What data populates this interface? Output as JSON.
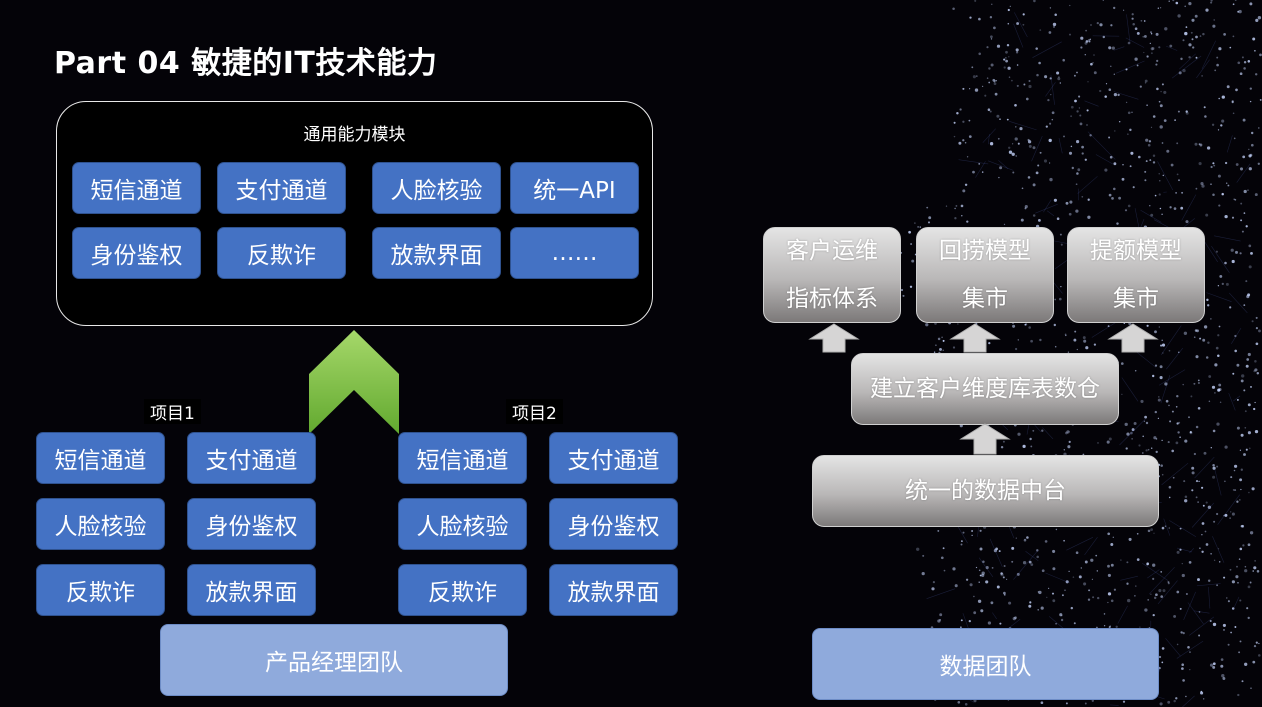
{
  "title": "Part 04 敏捷的IT技术能力",
  "colors": {
    "module_blue": "#4472c4",
    "team_blue": "#8faadc",
    "arrow_green": "#7dc242",
    "gray_box": "#b9b7b7"
  },
  "common_module": {
    "label": "通用能力模块",
    "items": [
      "短信通道",
      "支付通道",
      "人脸核验",
      "统一API",
      "身份鉴权",
      "反欺诈",
      "放款界面",
      "……"
    ]
  },
  "projects": [
    {
      "label": "项目1",
      "items": [
        "短信通道",
        "支付通道",
        "人脸核验",
        "身份鉴权",
        "反欺诈",
        "放款界面"
      ]
    },
    {
      "label": "项目2",
      "items": [
        "短信通道",
        "支付通道",
        "人脸核验",
        "身份鉴权",
        "反欺诈",
        "放款界面"
      ]
    }
  ],
  "product_team": "产品经理团队",
  "data_side": {
    "top_boxes": [
      {
        "line1": "客户运维",
        "line2": "指标体系"
      },
      {
        "line1": "回捞模型",
        "line2": "集市"
      },
      {
        "line1": "提额模型",
        "line2": "集市"
      }
    ],
    "warehouse": "建立客户维度库表数仓",
    "middle_platform": "统一的数据中台",
    "data_team": "数据团队"
  }
}
